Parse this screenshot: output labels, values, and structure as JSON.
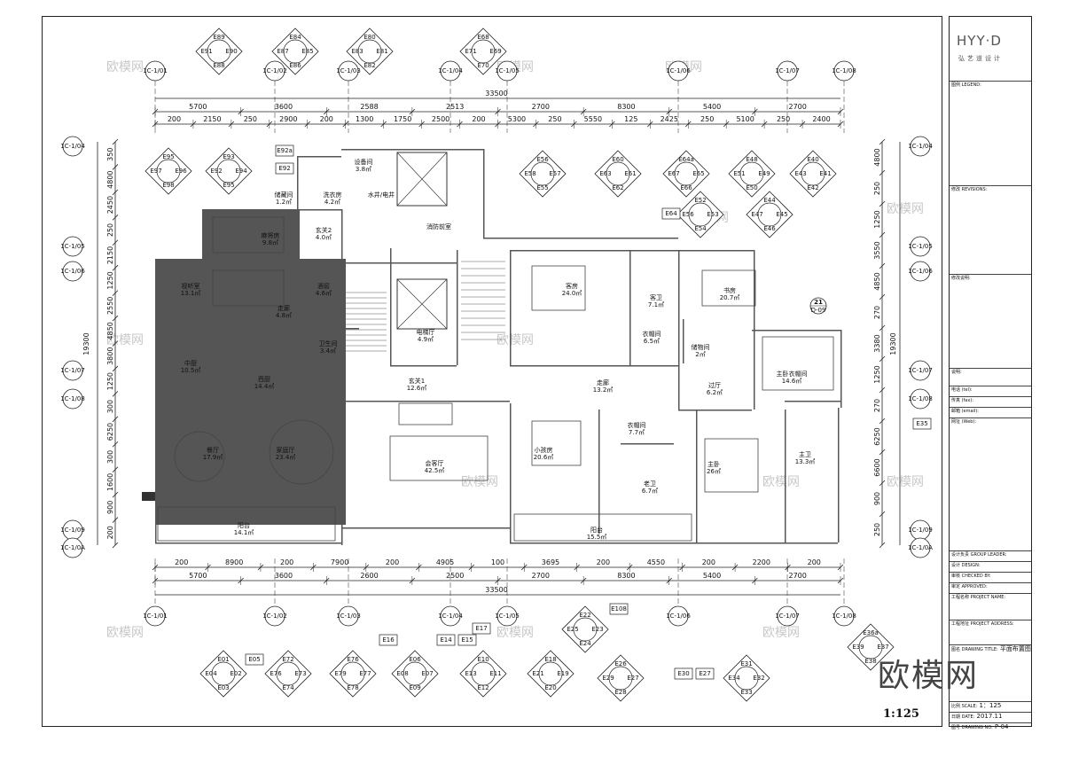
{
  "title_block": {
    "logo": "HYY·D",
    "logo_sub": "弘艺道设计",
    "rows": [
      {
        "label": "图例 LEGEND:",
        "value": ""
      },
      {
        "label": "修改 REVISIONS:",
        "value": ""
      },
      {
        "label": "修改说明:",
        "value": ""
      },
      {
        "label": "说明:",
        "value": ""
      },
      {
        "label": "电话 (tel):",
        "value": ""
      },
      {
        "label": "传真 (fax):",
        "value": ""
      },
      {
        "label": "邮箱 (email):",
        "value": ""
      },
      {
        "label": "网址 (Web):",
        "value": ""
      },
      {
        "label": "设计负责 GROUP LEADER:",
        "value": ""
      },
      {
        "label": "设计 DESIGN:",
        "value": ""
      },
      {
        "label": "审核 CHECKED BY:",
        "value": ""
      },
      {
        "label": "审定 APPROVED:",
        "value": ""
      },
      {
        "label": "工程名称 PROJECT NAME:",
        "value": ""
      },
      {
        "label": "工程地址 PROJECT ADDRESS:",
        "value": ""
      },
      {
        "label": "图名 DRAWING TITLE:",
        "value": "平面布置图"
      },
      {
        "label": "比例 SCALE:",
        "value": "1：125"
      },
      {
        "label": "日期 DATE:",
        "value": "2017.11"
      },
      {
        "label": "图号 DRAWING NO:",
        "value": "P-04"
      }
    ]
  },
  "scale_label": "1:125",
  "brand_watermark": "欧模网",
  "watermark_text": "欧模网",
  "dims_top_total": "33500",
  "dims_top_row1": [
    "5700",
    "3600",
    "2588",
    "2513",
    "2700",
    "8300",
    "5400",
    "2700"
  ],
  "dims_top_row2": [
    "200",
    "2150",
    "250",
    "2900",
    "200",
    "1300",
    "1750",
    "2500",
    "200",
    "5300",
    "250",
    "5550",
    "125",
    "2425",
    "250",
    "5100",
    "250",
    "2400"
  ],
  "dims_bottom_total": "33500",
  "dims_bottom_row1": [
    "200",
    "8900",
    "200",
    "7900",
    "200",
    "4905",
    "100",
    "3695",
    "200",
    "4550",
    "200",
    "2200",
    "200"
  ],
  "dims_bottom_row2": [
    "5700",
    "3600",
    "2600",
    "2500",
    "2700",
    "8300",
    "5400",
    "2700"
  ],
  "dims_left_total": "19300",
  "dims_left": [
    "350",
    "4800",
    "2450",
    "250",
    "2150",
    "1250",
    "2550",
    "4850",
    "3800",
    "1250",
    "300",
    "6250",
    "300",
    "1600",
    "900",
    "200"
  ],
  "dims_right_total": "19300",
  "dims_right": [
    "4800",
    "250",
    "1250",
    "3550",
    "4850",
    "270",
    "3380",
    "1250",
    "270",
    "6250",
    "6600",
    "900",
    "250"
  ],
  "grid_labels": [
    "1C-1/01",
    "1C-1/02",
    "1C-1/03",
    "1C-1/04",
    "1C-1/05",
    "1C-1/06",
    "1C-1/07",
    "1C-1/08",
    "1C-1/09",
    "1C-1/0A",
    "1C-A"
  ],
  "rooms": [
    {
      "name": "设备间",
      "area": "3.8㎡"
    },
    {
      "name": "洗衣房",
      "area": "4.2㎡"
    },
    {
      "name": "水井/电井",
      "area": ""
    },
    {
      "name": "储藏间",
      "area": "1.2㎡"
    },
    {
      "name": "麻将房",
      "area": "9.8㎡"
    },
    {
      "name": "玄关2",
      "area": "4.0㎡"
    },
    {
      "name": "消防前室",
      "area": ""
    },
    {
      "name": "视听室",
      "area": "13.1㎡"
    },
    {
      "name": "走廊",
      "area": "4.8㎡"
    },
    {
      "name": "酒窖",
      "area": "4.6㎡"
    },
    {
      "name": "卫生间",
      "area": "3.4㎡"
    },
    {
      "name": "电梯厅",
      "area": "4.9㎡"
    },
    {
      "name": "客房",
      "area": "24.0㎡"
    },
    {
      "name": "客卫",
      "area": "7.1㎡"
    },
    {
      "name": "书房",
      "area": "20.7㎡"
    },
    {
      "name": "衣帽间",
      "area": "6.5㎡"
    },
    {
      "name": "储物间",
      "area": "2㎡"
    },
    {
      "name": "中厨",
      "area": "10.5㎡"
    },
    {
      "name": "西厨",
      "area": "14.4㎡"
    },
    {
      "name": "玄关1",
      "area": "12.6㎡"
    },
    {
      "name": "走廊",
      "area": "13.2㎡"
    },
    {
      "name": "过厅",
      "area": "6.2㎡"
    },
    {
      "name": "主卧衣帽间",
      "area": "14.6㎡"
    },
    {
      "name": "餐厅",
      "area": "17.9㎡"
    },
    {
      "name": "家庭厅",
      "area": "23.4㎡"
    },
    {
      "name": "会客厅",
      "area": "42.5㎡"
    },
    {
      "name": "小孩房",
      "area": "20.6㎡"
    },
    {
      "name": "衣帽间",
      "area": "7.7㎡"
    },
    {
      "name": "主卧",
      "area": "26㎡"
    },
    {
      "name": "主卫",
      "area": "13.3㎡"
    },
    {
      "name": "老卫",
      "area": "6.7㎡"
    },
    {
      "name": "阳台",
      "area": "14.1㎡"
    },
    {
      "name": "阳台",
      "area": "15.5㎡"
    }
  ],
  "callout_21": {
    "num": "21",
    "ref": "D-09"
  },
  "elev_markers_top": [
    [
      "E91",
      "E89",
      "E90",
      "E88"
    ],
    [
      "E87",
      "E84",
      "E85",
      "E86"
    ],
    [
      "E83",
      "E80",
      "E81",
      "E82"
    ],
    [
      "E71",
      "E68",
      "E69",
      "E70"
    ],
    [
      "E97",
      "E95",
      "E96",
      "E98"
    ],
    [
      "E92",
      "E93",
      "E94",
      "E95"
    ],
    [
      "E58",
      "E56",
      "E57",
      "E55"
    ],
    [
      "E63",
      "E60",
      "E61",
      "E62"
    ],
    [
      "E67",
      "E64a",
      "E65",
      "E66"
    ],
    [
      "E51",
      "E48",
      "E49",
      "E50"
    ],
    [
      "E43",
      "E40",
      "E41",
      "E42"
    ],
    [
      "E56",
      "E52",
      "E53",
      "E54"
    ],
    [
      "E47",
      "E44",
      "E45",
      "E46"
    ]
  ],
  "elev_markers_bottom": [
    [
      "E04",
      "E01",
      "E02",
      "E03"
    ],
    [
      "E76",
      "E72",
      "E73",
      "E74"
    ],
    [
      "E79",
      "E76",
      "E77",
      "E78"
    ],
    [
      "E08",
      "E06",
      "E07",
      "E09"
    ],
    [
      "E13",
      "E10",
      "E11",
      "E12"
    ],
    [
      "E21",
      "E18",
      "E19",
      "E20"
    ],
    [
      "E29",
      "E26",
      "E27",
      "E28"
    ],
    [
      "E34",
      "E31",
      "E32",
      "E33"
    ],
    [
      "E25",
      "E22",
      "E23",
      "E24"
    ],
    [
      "E39",
      "E36a",
      "E37",
      "E38"
    ]
  ],
  "single_markers": [
    "E92a",
    "E92",
    "E64",
    "E35",
    "E16",
    "E14",
    "E15",
    "E17",
    "E05",
    "E30",
    "E27",
    "E108"
  ]
}
